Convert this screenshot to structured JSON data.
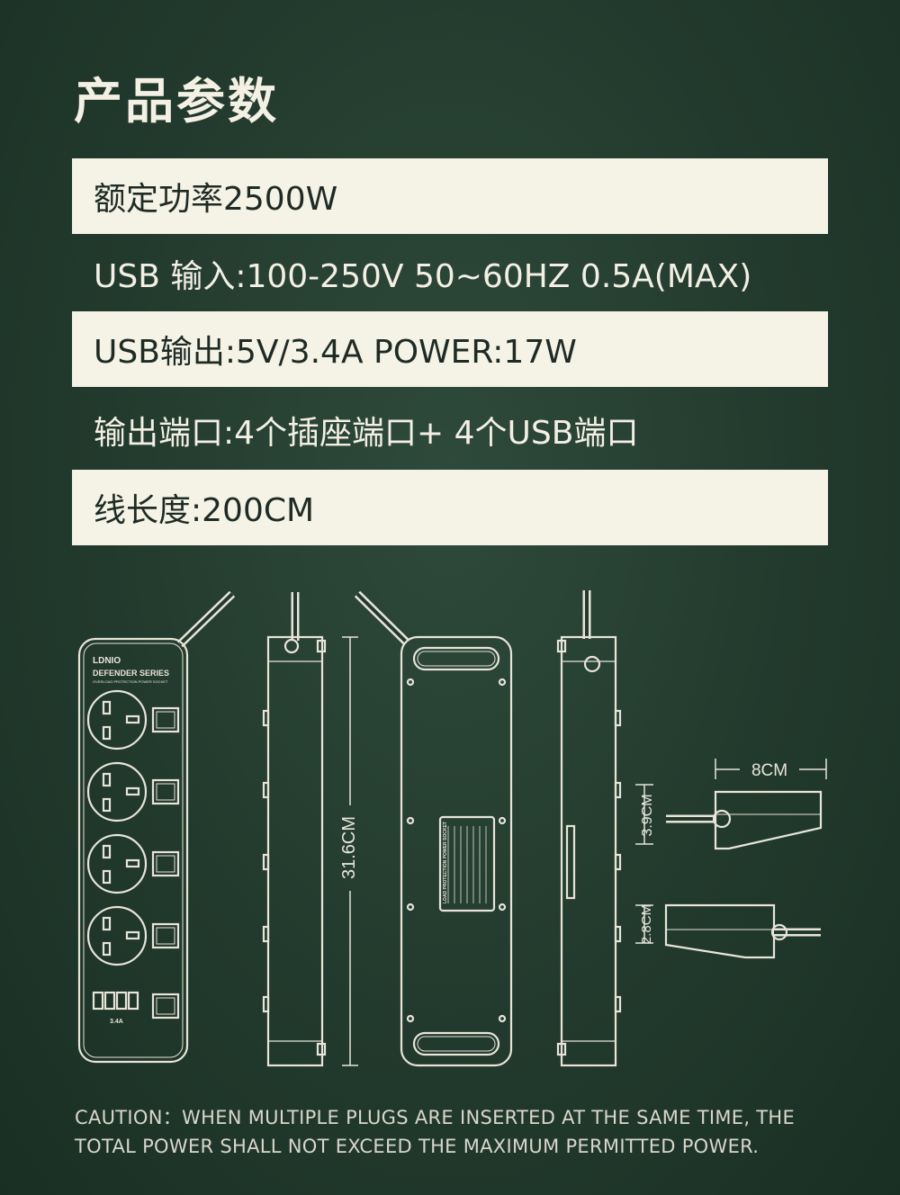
{
  "title": "产品参数",
  "specs": [
    {
      "text": "额定功率2500W"
    },
    {
      "text": "USB 输入:100-250V  50~60HZ 0.5A(MAX)"
    },
    {
      "text": "USB输出:5V/3.4A  POWER:17W"
    },
    {
      "text": "输出端口:4个插座端口+ 4个USB端口"
    },
    {
      "text": "线长度:200CM"
    }
  ],
  "diagram": {
    "brand": "LDNIO",
    "series": "DEFENDER SERIES",
    "subtitle": "OVERLOAD PROTECTION POWER SOCKET",
    "usb_rating": "3.4A",
    "back_label": "LOAD PROTECTION POWER SOCKET",
    "length_label": "31.6CM",
    "width_label": "8CM",
    "height_label": "3.9CM",
    "thin_label": "2.8CM"
  },
  "caution": {
    "line1": "CAUTION：WHEN MULTIPLE PLUGS ARE INSERTED AT THE SAME TIME, THE",
    "line2": "TOTAL POWER SHALL NOT EXCEED THE MAXIMUM PERMITTED POWER."
  },
  "colors": {
    "background": "#233b2e",
    "band": "#f5f2e6",
    "line": "#e8e4d8"
  }
}
